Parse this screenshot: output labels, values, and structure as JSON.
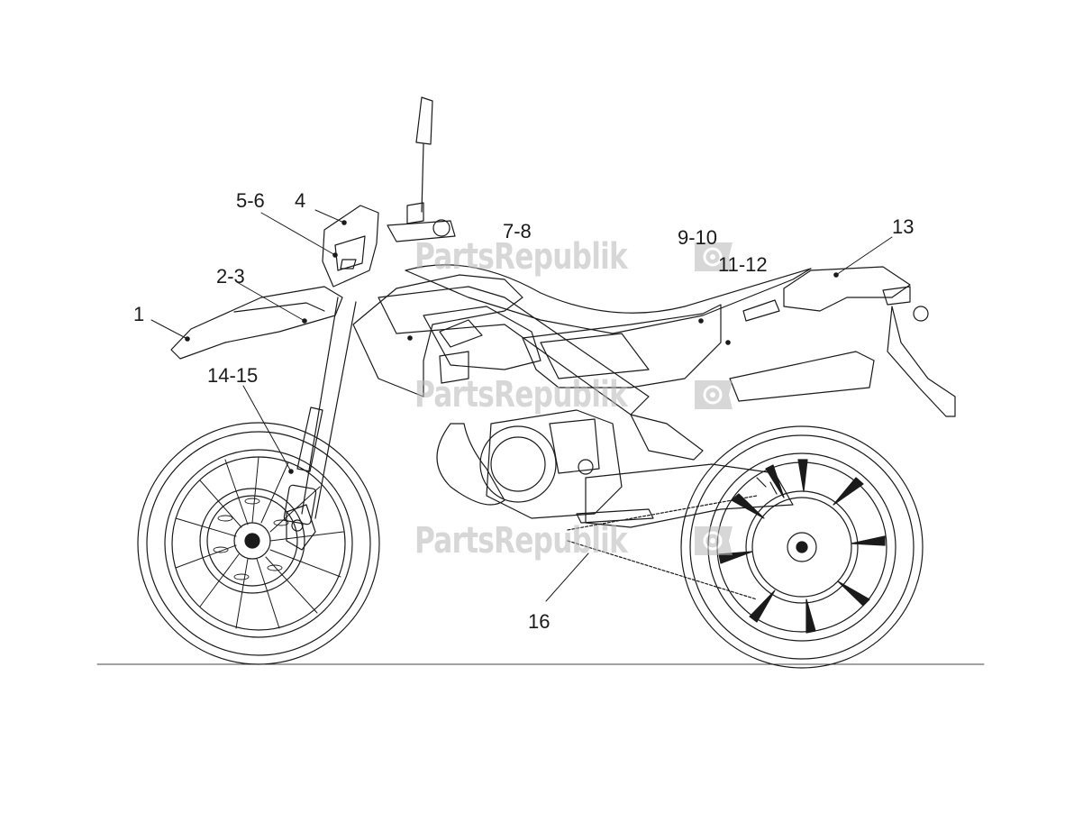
{
  "callouts": {
    "c1": "1",
    "c2_3": "2-3",
    "c4": "4",
    "c5_6": "5-6",
    "c7_8": "7-8",
    "c9_10": "9-10",
    "c11_12": "11-12",
    "c13": "13",
    "c14_15": "14-15",
    "c16": "16"
  },
  "watermark": {
    "text": "PartsRepublik",
    "icon": "gear-flag-icon"
  },
  "colors": {
    "line": "#1a1a1a",
    "watermark": "#b8b8b8"
  }
}
